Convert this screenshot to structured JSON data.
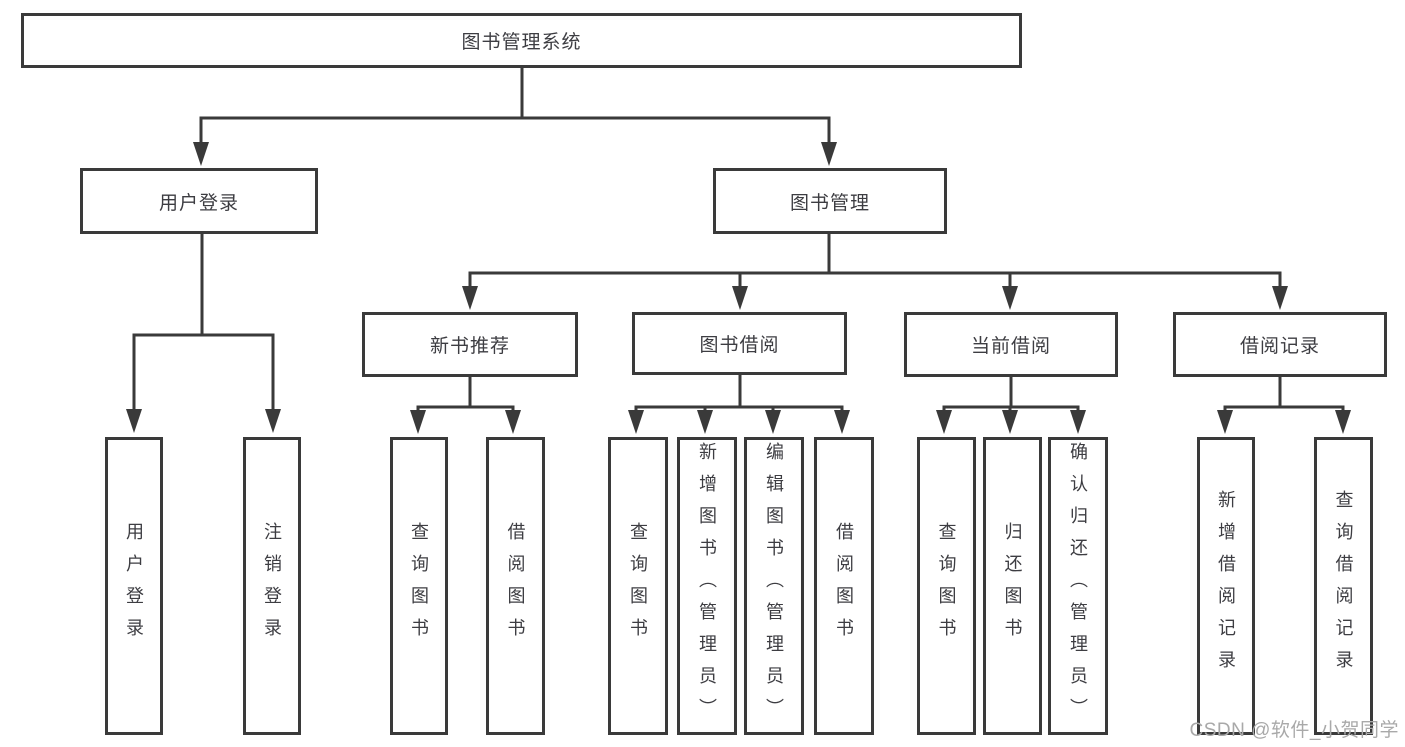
{
  "diagram": {
    "nodes": {
      "root": {
        "label": "图书管理系统"
      },
      "user_login": {
        "label": "用户登录"
      },
      "book_mgmt": {
        "label": "图书管理"
      },
      "new_book_rec": {
        "label": "新书推荐"
      },
      "book_borrow": {
        "label": "图书借阅"
      },
      "current_borrow": {
        "label": "当前借阅"
      },
      "borrow_records": {
        "label": "借阅记录"
      },
      "leaf_user_login": {
        "label": "用户登录"
      },
      "leaf_logout": {
        "label": "注销登录"
      },
      "leaf_query_books_rec": {
        "label": "查询图书"
      },
      "leaf_borrow_books_rec": {
        "label": "借阅图书"
      },
      "leaf_query_books_borrow": {
        "label": "查询图书"
      },
      "leaf_add_books_admin": {
        "label": "新增图书（管理员）"
      },
      "leaf_edit_books_admin": {
        "label": "编辑图书（管理员）"
      },
      "leaf_borrow_books_borrow": {
        "label": "借阅图书"
      },
      "leaf_query_books_current": {
        "label": "查询图书"
      },
      "leaf_return_books": {
        "label": "归还图书"
      },
      "leaf_confirm_return_admin": {
        "label": "确认归还（管理员）"
      },
      "leaf_add_borrow_record": {
        "label": "新增借阅记录"
      },
      "leaf_query_borrow_record": {
        "label": "查询借阅记录"
      }
    }
  },
  "watermark": {
    "text": "CSDN @软件_小贺同学"
  },
  "colors": {
    "line": "#3a3a3a",
    "text": "#3d3d42",
    "background": "#ffffff",
    "watermark": "#a9a9a9"
  }
}
